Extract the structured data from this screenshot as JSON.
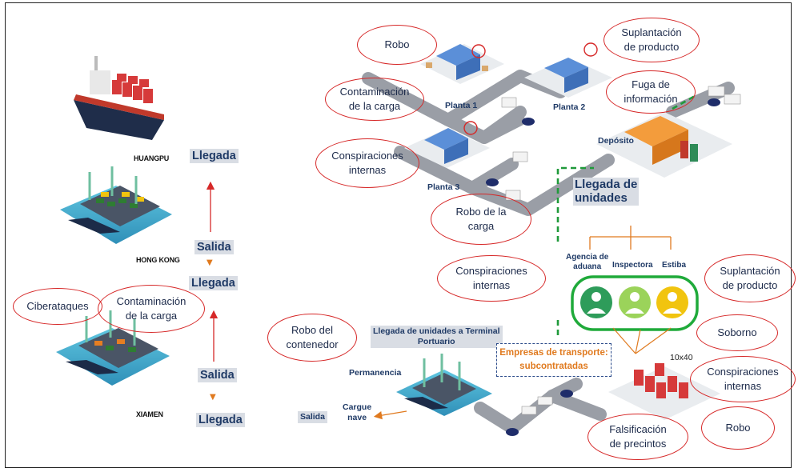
{
  "ports": [
    {
      "id": "huangpu",
      "name": "HUANGPU"
    },
    {
      "id": "hongkong",
      "name": "HONG KONG"
    },
    {
      "id": "xiamen",
      "name": "XIAMEN"
    }
  ],
  "route_labels": {
    "llegada_top": "Llegada",
    "salida_1": "Salida",
    "llegada_mid": "Llegada",
    "salida_2": "Salida",
    "llegada_bottom": "Llegada"
  },
  "risks": {
    "robo_top": "Robo",
    "suplantacion_top": "Suplantación\nde producto",
    "contaminacion_planta": "Contaminación\nde la carga",
    "fuga_informacion": "Fuga de\ninformación",
    "conspiraciones_planta": "Conspiraciones\ninternas",
    "robo_carga": "Robo de la\ncarga",
    "conspiraciones_mid": "Conspiraciones\ninternas",
    "suplantacion_right": "Suplantación\nde producto",
    "ciberataques": "Ciberataques",
    "contaminacion_port": "Contaminación\nde la carga",
    "robo_contenedor": "Robo del\ncontenedor",
    "soborno": "Soborno",
    "conspiraciones_right": "Conspiraciones\ninternas",
    "robo_right": "Robo",
    "falsificacion": "Falsificación\nde precintos"
  },
  "locations": {
    "planta1": "Planta 1",
    "planta2": "Planta 2",
    "planta3": "Planta 3",
    "deposito": "Depósito",
    "llegada_unidades": "Llegada de\nunidades",
    "llegada_terminal": "Llegada de unidades a Terminal\nPortuario",
    "permanencia": "Permanencia",
    "cargue_nave": "Cargue\nnave",
    "salida": "Salida",
    "containers": "10x40"
  },
  "agents": {
    "agencia": "Agencia de\naduana",
    "inspectora": "Inspectora",
    "estiba": "Estiba"
  },
  "subcontracted": "Empresas de transporte:\nsubcontratadas",
  "colors": {
    "risk_border": "#d62828",
    "label_navy": "#1f3a66",
    "label_bg": "#d9dde4",
    "road": "#9a9ea6",
    "agents_border": "#1faa3a",
    "dashed_green": "#1f9a3a",
    "arrow_red": "#d62828",
    "arrow_orange": "#e07a1f"
  }
}
